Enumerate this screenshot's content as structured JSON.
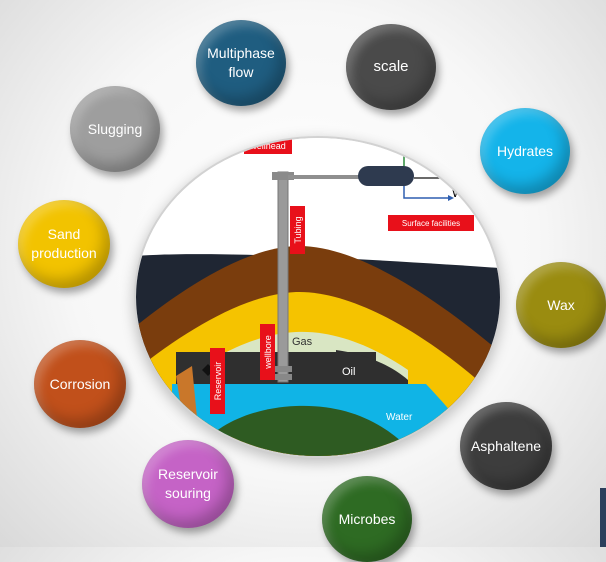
{
  "bubbles": {
    "multiphase": {
      "line1": "Multiphase",
      "line2": "flow"
    },
    "scale": "scale",
    "slugging": "Slugging",
    "hydrates": "Hydrates",
    "sand": {
      "line1": "Sand",
      "line2": "production"
    },
    "wax": "Wax",
    "corrosion": "Corrosion",
    "asphaltene": "Asphaltene",
    "souring": {
      "line1": "Reservoir",
      "line2": "souring"
    },
    "microbes": "Microbes"
  },
  "diagram": {
    "wellhead_label": "wellhead",
    "tubing_label": "Tubing",
    "surface_label": "Surface facilities",
    "wellbore_label": "wellbore",
    "reservoir_label": "Reservoir",
    "gas_label": "Gas",
    "oil_label": "Oil",
    "water_label": "Water",
    "outlet_label": "W"
  },
  "colors": {
    "multiphase": "#1f5d80",
    "scale": "#4a4a4a",
    "slugging": "#9e9e9e",
    "hydrates": "#14b4ea",
    "sand": "#f2c300",
    "wax": "#9a8c10",
    "corrosion": "#c1501b",
    "asphaltene": "#3d3d3d",
    "souring": "#c563c6",
    "microbes": "#2e6b23",
    "label_red": "#e8101a"
  }
}
